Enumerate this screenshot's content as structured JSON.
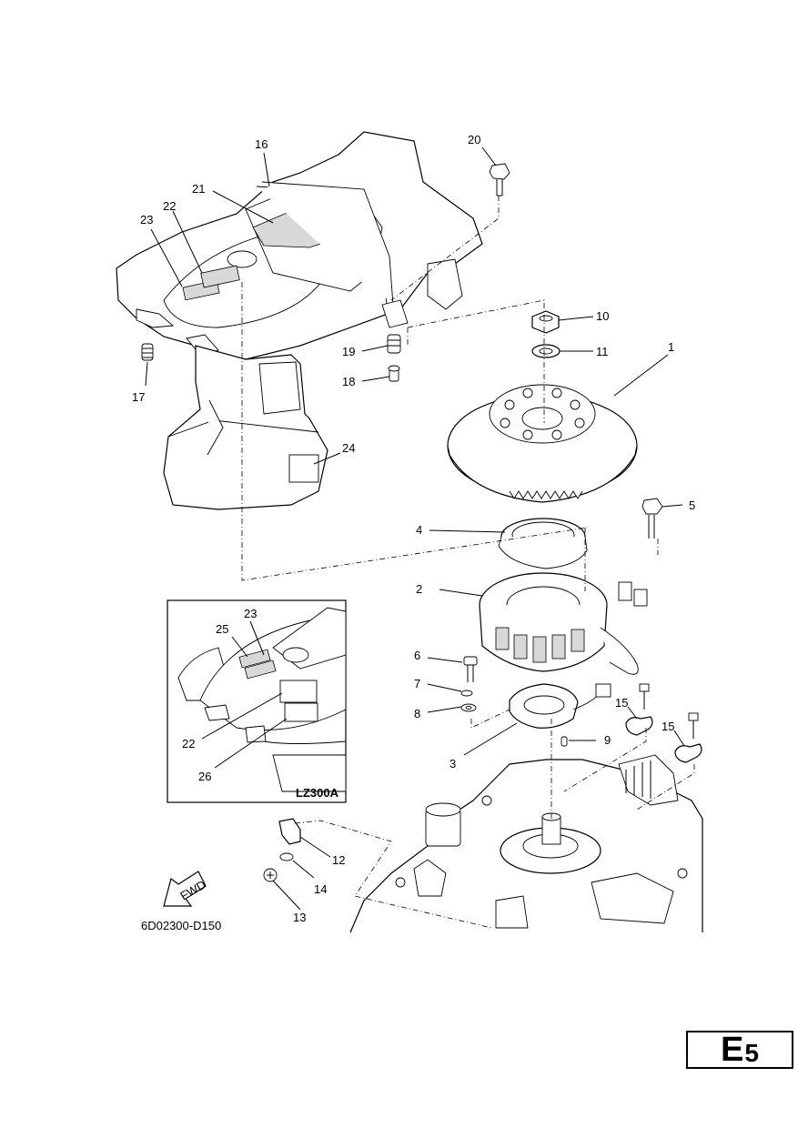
{
  "diagram": {
    "drawing_code": "6D02300-D150",
    "inset_code": "LZ300A",
    "fwd_label": "FWD",
    "section": {
      "letter": "E",
      "number": "5"
    },
    "callouts": [
      {
        "id": "c1",
        "text": "1"
      },
      {
        "id": "c2",
        "text": "2"
      },
      {
        "id": "c3",
        "text": "3"
      },
      {
        "id": "c4",
        "text": "4"
      },
      {
        "id": "c5",
        "text": "5"
      },
      {
        "id": "c6",
        "text": "6"
      },
      {
        "id": "c7",
        "text": "7"
      },
      {
        "id": "c8",
        "text": "8"
      },
      {
        "id": "c9",
        "text": "9"
      },
      {
        "id": "c10",
        "text": "10"
      },
      {
        "id": "c11",
        "text": "11"
      },
      {
        "id": "c12",
        "text": "12"
      },
      {
        "id": "c13",
        "text": "13"
      },
      {
        "id": "c14",
        "text": "14"
      },
      {
        "id": "c15a",
        "text": "15"
      },
      {
        "id": "c15b",
        "text": "15"
      },
      {
        "id": "c16",
        "text": "16"
      },
      {
        "id": "c17",
        "text": "17"
      },
      {
        "id": "c18",
        "text": "18"
      },
      {
        "id": "c19",
        "text": "19"
      },
      {
        "id": "c20",
        "text": "20"
      },
      {
        "id": "c21",
        "text": "21"
      },
      {
        "id": "c22",
        "text": "22"
      },
      {
        "id": "c23",
        "text": "23"
      },
      {
        "id": "c24",
        "text": "24"
      },
      {
        "id": "c22i",
        "text": "22"
      },
      {
        "id": "c23i",
        "text": "23"
      },
      {
        "id": "c25",
        "text": "25"
      },
      {
        "id": "c26",
        "text": "26"
      }
    ]
  }
}
